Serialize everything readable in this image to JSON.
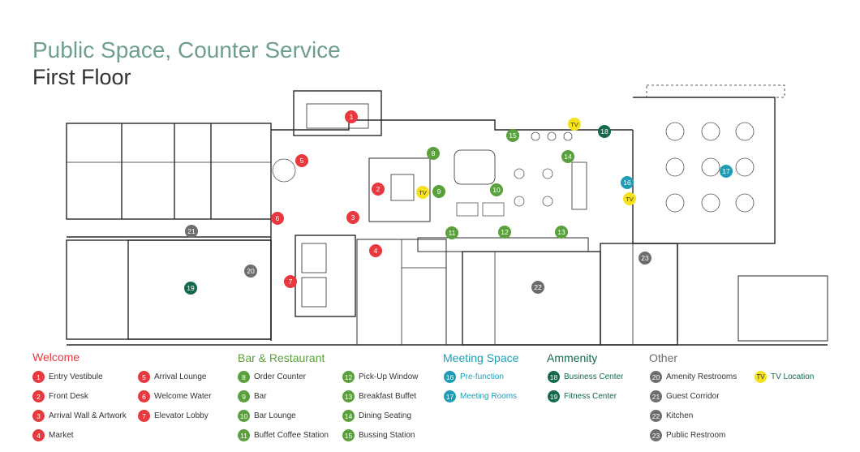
{
  "title": {
    "line1": "Public Space, Counter Service",
    "line2": "First Floor"
  },
  "colors": {
    "welcome": "#e8393f",
    "bar": "#5aa03c",
    "meeting": "#1e9db5",
    "ammenity": "#14684c",
    "other": "#6d6d6d",
    "tv": "#f5e21c",
    "wall": "#2a2a2a"
  },
  "legend": {
    "welcome": {
      "title": "Welcome",
      "items": [
        {
          "num": "1",
          "label": "Entry Vestibule"
        },
        {
          "num": "2",
          "label": "Front Desk"
        },
        {
          "num": "3",
          "label": "Arrival Wall & Artwork"
        },
        {
          "num": "4",
          "label": "Market"
        },
        {
          "num": "5",
          "label": "Arrival Lounge"
        },
        {
          "num": "6",
          "label": "Welcome Water"
        },
        {
          "num": "7",
          "label": "Elevator Lobby"
        }
      ]
    },
    "bar": {
      "title": "Bar & Restaurant",
      "items": [
        {
          "num": "8",
          "label": "Order Counter"
        },
        {
          "num": "9",
          "label": "Bar"
        },
        {
          "num": "10",
          "label": "Bar Lounge"
        },
        {
          "num": "11",
          "label": "Buffet Coffee Station"
        },
        {
          "num": "12",
          "label": "Pick-Up Window"
        },
        {
          "num": "13",
          "label": "Breakfast Buffet"
        },
        {
          "num": "14",
          "label": "Dining Seating"
        },
        {
          "num": "15",
          "label": "Bussing Station"
        }
      ]
    },
    "meeting": {
      "title": "Meeting Space",
      "items": [
        {
          "num": "16",
          "label": "Pre-function"
        },
        {
          "num": "17",
          "label": "Meeting Rooms"
        }
      ]
    },
    "ammenity": {
      "title": "Ammenity",
      "items": [
        {
          "num": "18",
          "label": "Business Center"
        },
        {
          "num": "19",
          "label": "Fitness Center"
        }
      ]
    },
    "other": {
      "title": "Other",
      "items": [
        {
          "num": "20",
          "label": "Amenity Restrooms"
        },
        {
          "num": "21",
          "label": "Guest Corridor"
        },
        {
          "num": "22",
          "label": "Kitchen"
        },
        {
          "num": "23",
          "label": "Public Restroom"
        }
      ]
    },
    "tv": {
      "num": "TV",
      "label": "TV Location"
    }
  },
  "markers": [
    {
      "num": "1",
      "group": "welcome"
    },
    {
      "num": "2",
      "group": "welcome"
    },
    {
      "num": "3",
      "group": "welcome"
    },
    {
      "num": "4",
      "group": "welcome"
    },
    {
      "num": "5",
      "group": "welcome"
    },
    {
      "num": "6",
      "group": "welcome"
    },
    {
      "num": "7",
      "group": "welcome"
    },
    {
      "num": "8",
      "group": "bar"
    },
    {
      "num": "9",
      "group": "bar"
    },
    {
      "num": "10",
      "group": "bar"
    },
    {
      "num": "11",
      "group": "bar"
    },
    {
      "num": "12",
      "group": "bar"
    },
    {
      "num": "13",
      "group": "bar"
    },
    {
      "num": "14",
      "group": "bar"
    },
    {
      "num": "15",
      "group": "bar"
    },
    {
      "num": "16",
      "group": "meeting"
    },
    {
      "num": "17",
      "group": "meeting"
    },
    {
      "num": "18",
      "group": "ammenity"
    },
    {
      "num": "19",
      "group": "ammenity"
    },
    {
      "num": "20",
      "group": "other"
    },
    {
      "num": "21",
      "group": "other"
    },
    {
      "num": "22",
      "group": "other"
    },
    {
      "num": "23",
      "group": "other"
    },
    {
      "num": "TV",
      "group": "tv"
    },
    {
      "num": "TV",
      "group": "tv"
    },
    {
      "num": "TV",
      "group": "tv"
    }
  ]
}
